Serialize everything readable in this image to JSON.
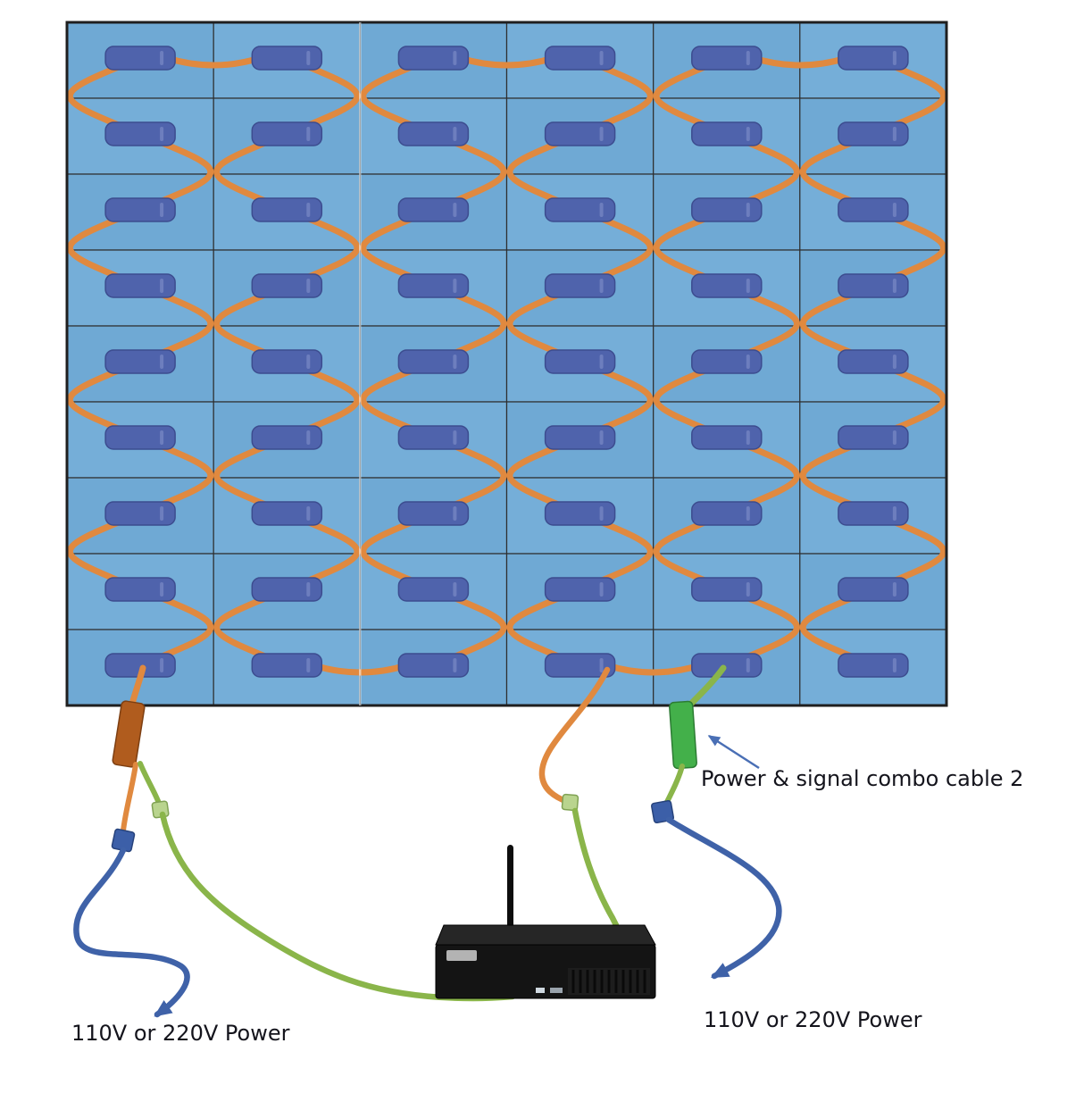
{
  "labels": {
    "combo_cable_2": "Power & signal combo cable 2",
    "power_left": "110V or 220V Power",
    "power_right": "110V or 220V Power"
  },
  "grid": {
    "columns": 6,
    "rows": 9
  },
  "colors": {
    "panel_fill": "#6fa9d4",
    "panel_fill_alt": "#75aed8",
    "panel_border": "#2e2e2e",
    "module_fill": "#4f63ac",
    "module_stroke": "#3c4c8f",
    "cable_orange": "#e0893f",
    "cable_green": "#8ab54a",
    "cable_blue": "#3f62a8",
    "connector_brown": "#b05c1e",
    "connector_green": "#43b04a",
    "square_blue": "#3c5fa8",
    "square_green": "#b9d48e",
    "player_body": "#141414",
    "player_top": "#262626",
    "annotation_arrow": "#4a6fb5"
  }
}
